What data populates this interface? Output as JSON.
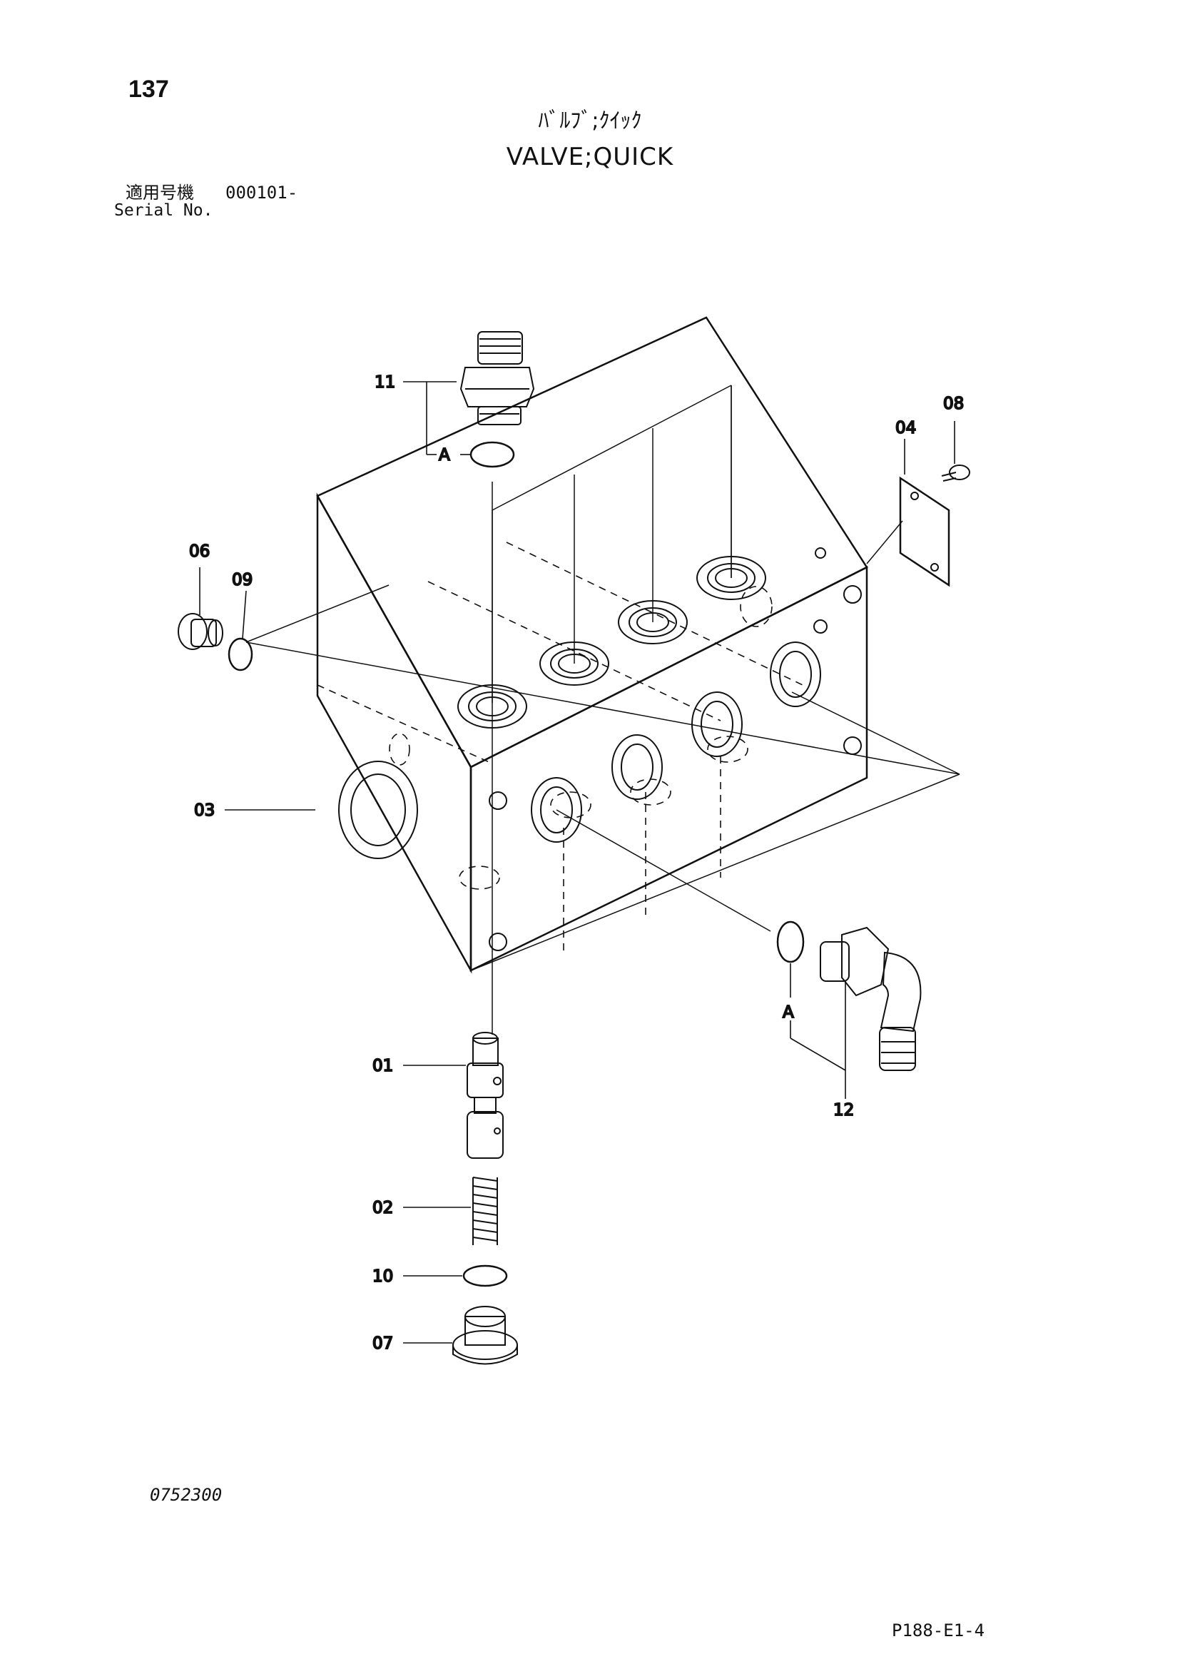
{
  "header": {
    "page_number": "137",
    "title_jp": "ﾊﾞﾙﾌﾞ;ｸｲｯｸ",
    "title_en": "VALVE;QUICK",
    "serial_label_jp": "適用号機",
    "serial_value": "000101-",
    "serial_label_en": "Serial No."
  },
  "callouts": {
    "c01": "01",
    "c02": "02",
    "c03": "03",
    "c04": "04",
    "c06": "06",
    "c07": "07",
    "c08": "08",
    "c09": "09",
    "c10": "10",
    "c11": "11",
    "c12": "12",
    "a_top": "A",
    "a_bottom": "A"
  },
  "footer": {
    "figure_number": "0752300",
    "page_ref": "P188-E1-4"
  }
}
